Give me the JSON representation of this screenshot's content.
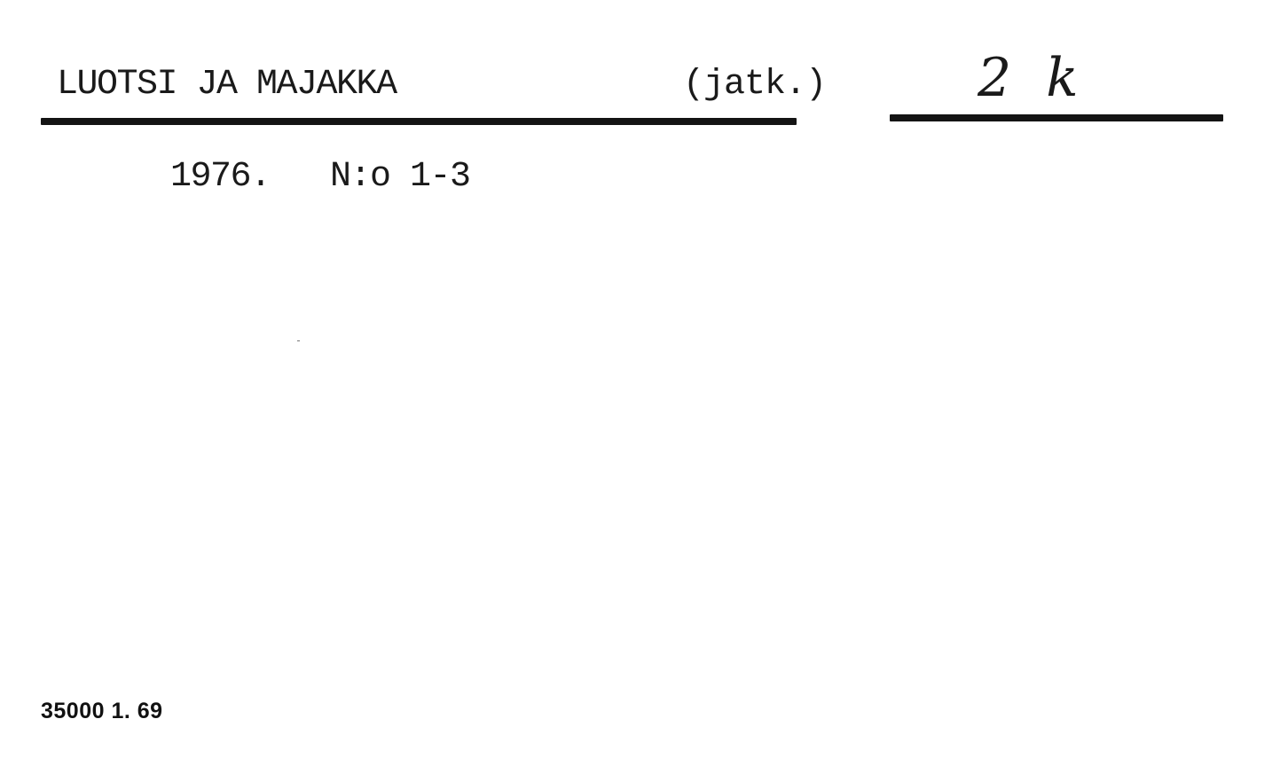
{
  "card": {
    "title": "LUOTSI JA MAJAKKA",
    "continued": "(jatk.)",
    "shelf_mark": "2 k",
    "holdings": "1976.   N:o 1-3",
    "print_code": "35000 1. 69"
  }
}
